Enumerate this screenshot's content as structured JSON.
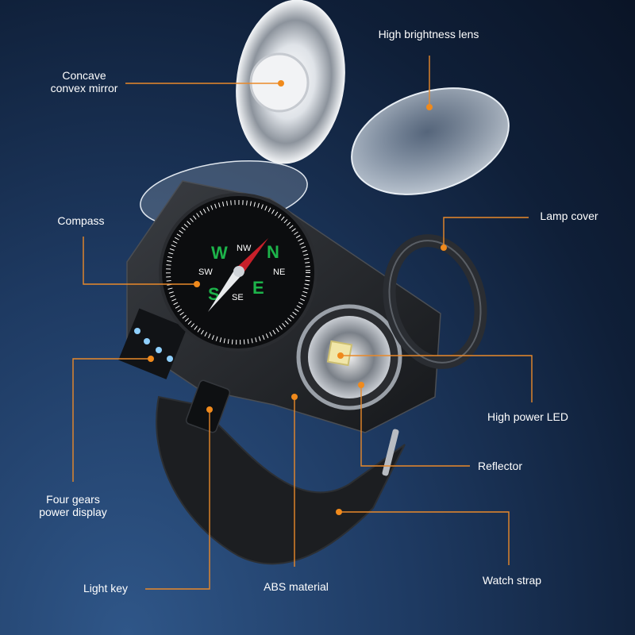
{
  "labels": {
    "mirror": [
      "Concave",
      "convex mirror"
    ],
    "lens": "High brightness lens",
    "compass": "Compass",
    "lamp_cover": "Lamp cover",
    "power_display": [
      "Four gears",
      "power display"
    ],
    "led": "High power LED",
    "reflector": "Reflector",
    "light_key": "Light key",
    "abs": "ABS material",
    "strap": "Watch strap"
  },
  "compass_dial": {
    "cardinals": [
      "N",
      "S",
      "W",
      "E",
      "NW",
      "NE",
      "SW",
      "SE"
    ]
  },
  "colors": {
    "leader": "#e9892a",
    "background": "#1e3a62",
    "indicator_led": "#8fd0ff"
  }
}
